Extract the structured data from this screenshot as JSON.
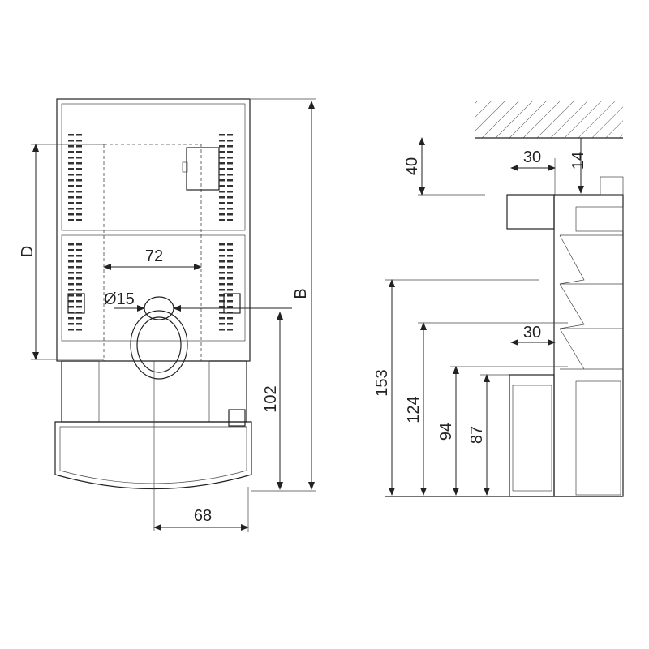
{
  "front_view": {
    "dim_D": "D",
    "dim_72": "72",
    "dim_diameter": "Ø15",
    "dim_B": "B",
    "dim_102": "102",
    "dim_68": "68"
  },
  "side_view": {
    "dim_40": "40",
    "dim_30_top": "30",
    "dim_14": "14",
    "dim_30_mid": "30",
    "dim_153": "153",
    "dim_124": "124",
    "dim_94": "94",
    "dim_87": "87"
  }
}
